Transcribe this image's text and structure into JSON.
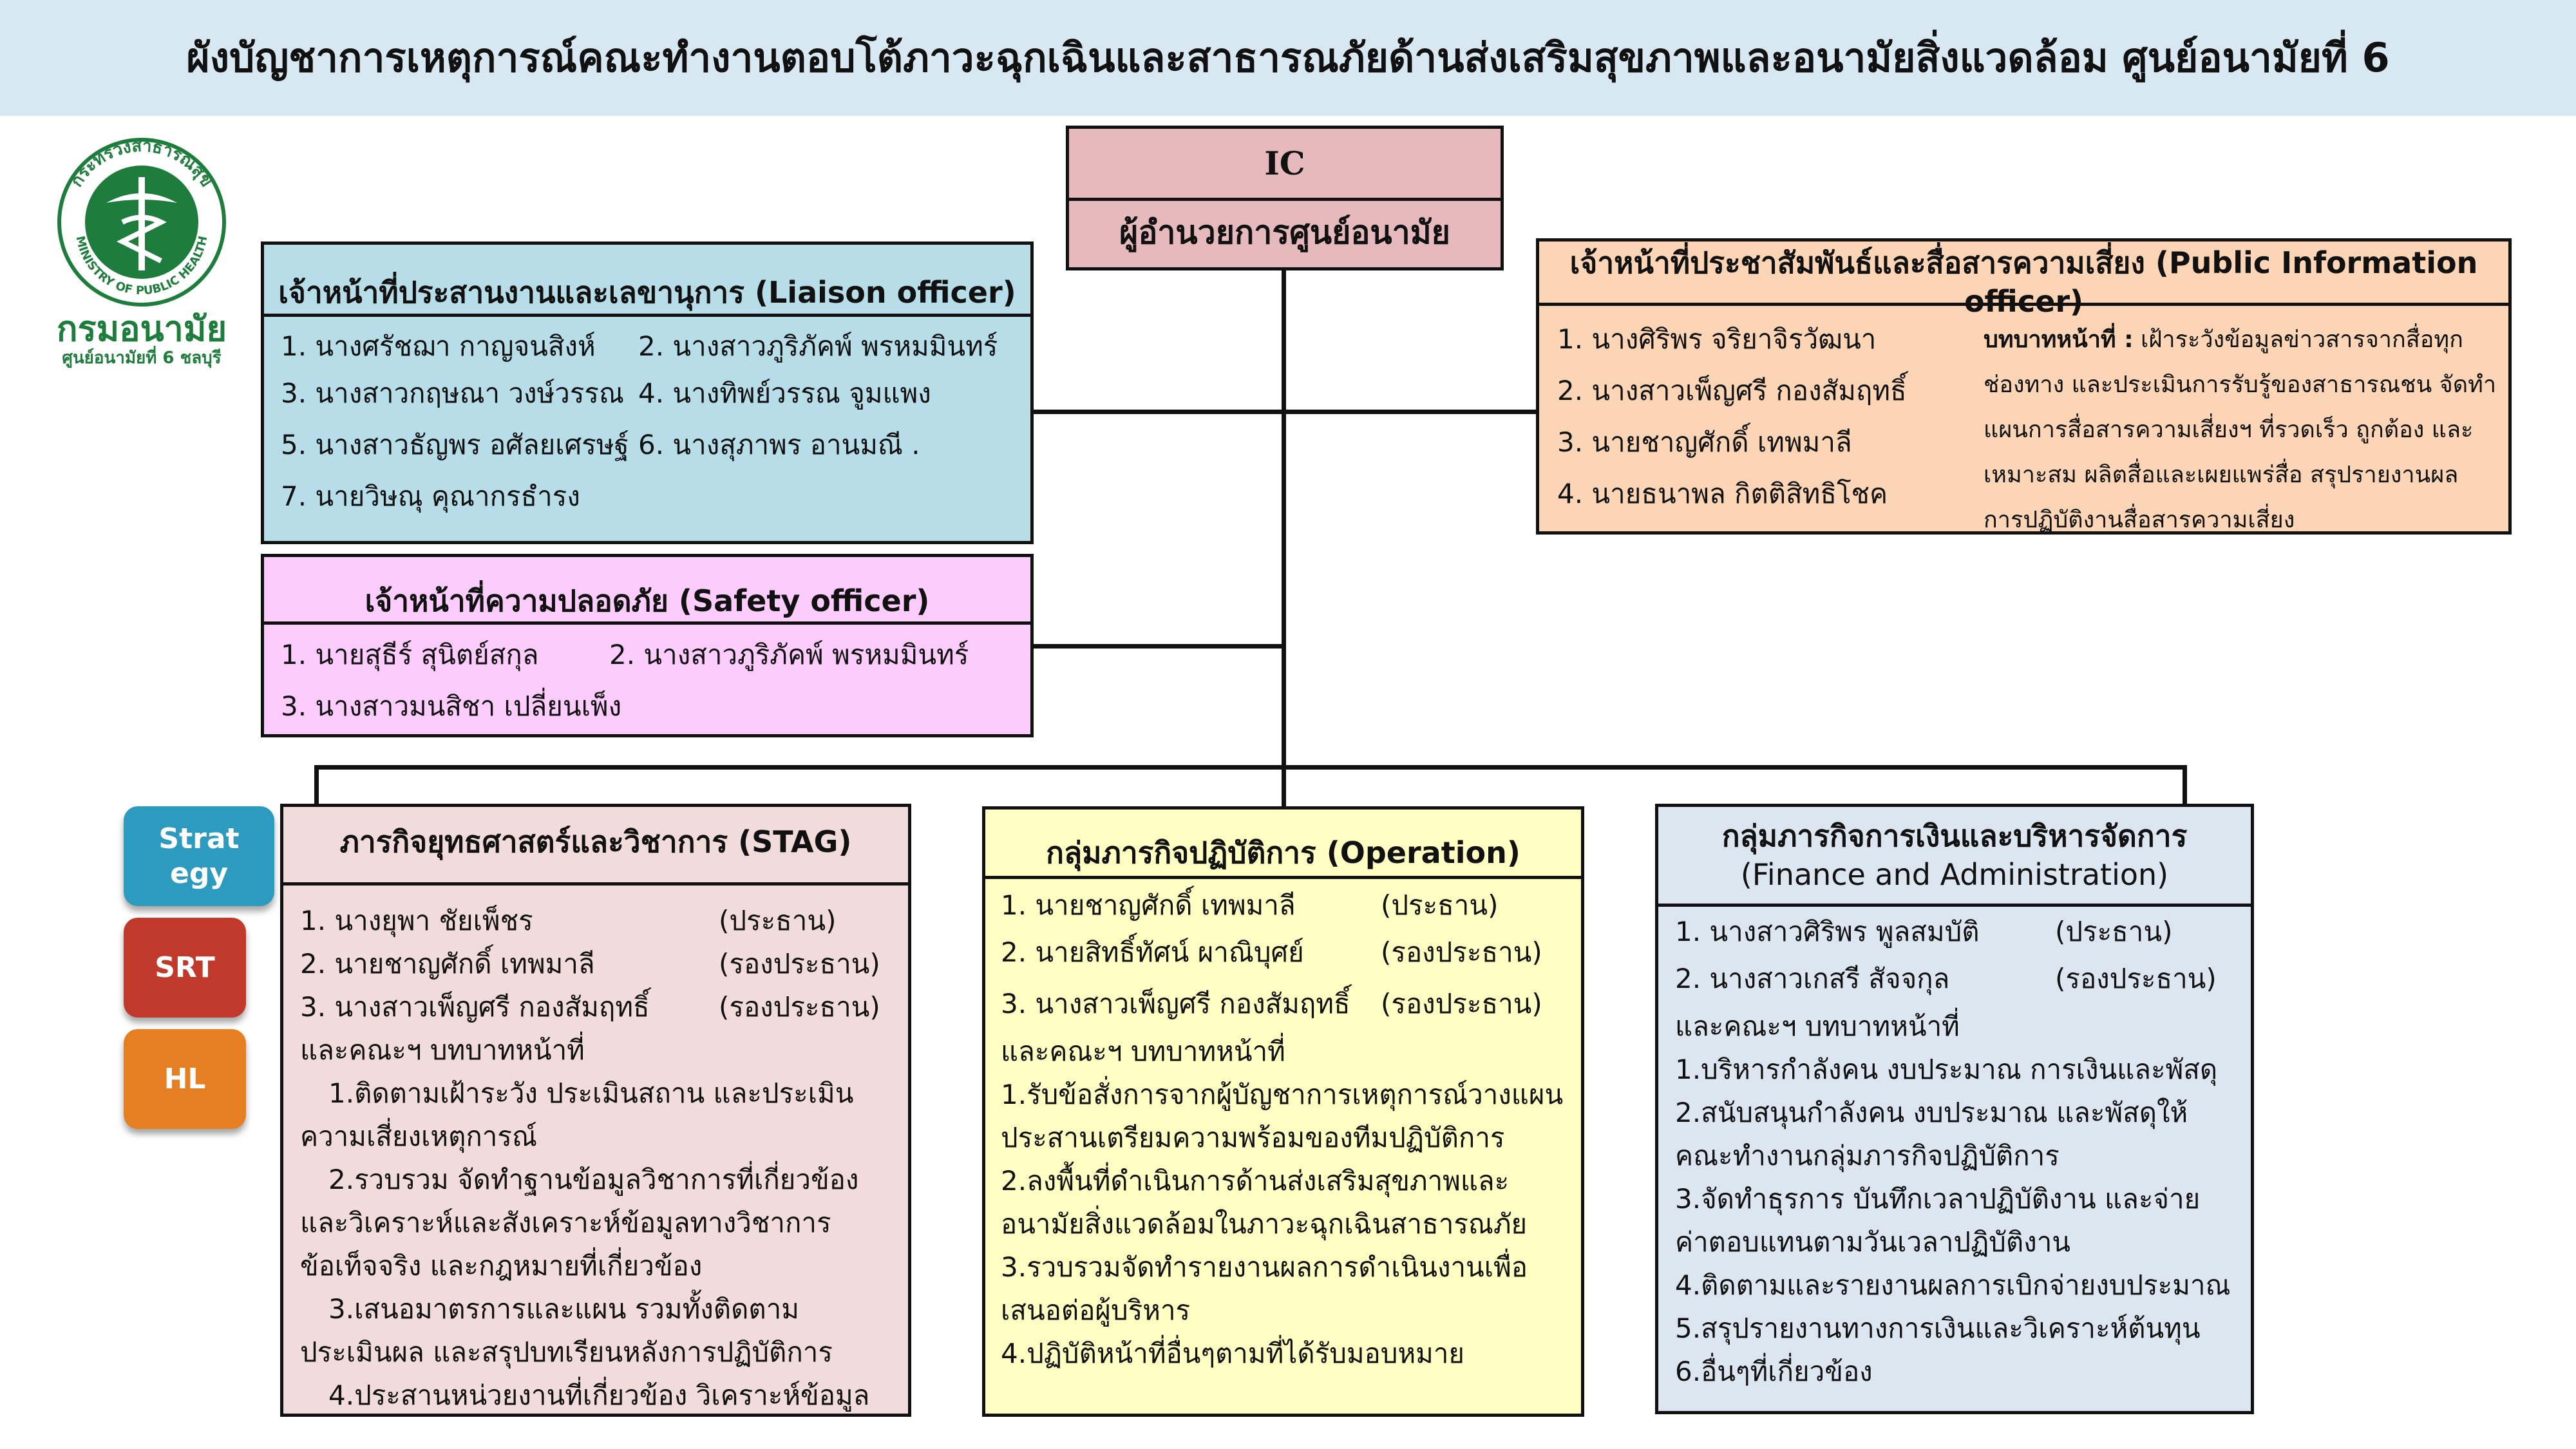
{
  "title": "ผังบัญชาการเหตุการณ์คณะทำงานตอบโต้ภาวะฉุกเฉินและสาธารณภัยด้านส่งเสริมสุขภาพและอนามัยสิ่งแวดล้อม ศูนย์อนามัยที่ 6",
  "logo": {
    "name": "กรมอนามัย",
    "sub": "ศูนย์อนามัยที่ 6 ชลบุรี",
    "ring_text": "กระทรวงสาธารณสุข MINISTRY OF PUBLIC HEALTH"
  },
  "ic": {
    "code": "IC",
    "title": "ผู้อำนวยการศูนย์อนามัย"
  },
  "liaison": {
    "title": "เจ้าหน้าที่ประสานงานและเลขานุการ (Liaison officer)",
    "rows": [
      [
        "1. นางศรัชฌา  กาญจนสิงห์",
        "2. นางสาวภูริภัคพ์  พรหมมินทร์"
      ],
      [
        "3. นางสาวกฤษณา  วงษ์วรรณ",
        "4. นางทิพย์วรรณ  จูมแพง"
      ],
      [
        "5. นางสาวธัญพร อศัลยเศรษฐ์",
        "6. นางสุภาพร  อานมณี ."
      ],
      [
        "7. นายวิษณุ  คุณากรธำรง",
        ""
      ]
    ]
  },
  "safety": {
    "title": "เจ้าหน้าที่ความปลอดภัย (Safety officer)",
    "rows": [
      [
        "1. นายสุธีร์  สุนิตย์สกุล",
        "2. นางสาวภูริภัคพ์  พรหมมินทร์"
      ],
      [
        "3. นางสาวมนสิชา  เปลี่ยนเพ็ง",
        ""
      ]
    ]
  },
  "pio": {
    "title": "เจ้าหน้าที่ประชาสัมพันธ์และสื่อสารความเสี่ยง (Public Information officer)",
    "members": [
      "1. นางศิริพร  จริยาจิรวัฒนา",
      "2. นางสาวเพ็ญศรี  กองสัมฤทธิ์",
      "3. นายชาญศักดิ์  เทพมาลี",
      "4. นายธนาพล   กิตติสิทธิโชค"
    ],
    "role_label": "บทบาทหน้าที่ :",
    "role_lines": [
      " เฝ้าระวังข้อมูลข่าวสารจากสื่อทุก",
      "ช่องทาง และประเมินการรับรู้ของสาธารณชน จัดทำ",
      "แผนการสื่อสารความเสี่ยงฯ ที่รวดเร็ว ถูกต้อง และ",
      "เหมาะสม ผลิตสื่อและเผยแพร่สื่อ สรุปรายงานผล",
      "การปฏิบัติงานสื่อสารความเสี่ยง"
    ]
  },
  "badges": [
    "Strat egy",
    "SRT",
    "HL"
  ],
  "stag": {
    "title": "ภารกิจยุทธศาสตร์และวิชาการ (STAG)",
    "members": [
      [
        "1. นางยุพา  ชัยเพ็ชร",
        "(ประธาน)"
      ],
      [
        "2. นายชาญศักดิ์   เทพมาลี",
        "(รองประธาน)"
      ],
      [
        "3. นางสาวเพ็ญศรี  กองสัมฤทธิ์",
        "(รองประธาน)"
      ]
    ],
    "role_intro": "และคณะฯ บทบาทหน้าที่",
    "duties": [
      [
        "1.ติดตามเฝ้าระวัง ประเมินสถาน และประเมิน",
        "ความเสี่ยงเหตุการณ์"
      ],
      [
        "2.รวบรวม จัดทำฐานข้อมูลวิชาการที่เกี่ยวข้อง",
        "และวิเคราะห์และสังเคราะห์ข้อมูลทางวิชาการ",
        "ข้อเท็จจริง และกฎหมายที่เกี่ยวข้อง"
      ],
      [
        "3.เสนอมาตรการและแผน รวมทั้งติดตาม",
        "ประเมินผล และสรุปบทเรียนหลังการปฏิบัติการ"
      ],
      [
        "4.ประสานหน่วยงานที่เกี่ยวข้อง วิเคราะห์ข้อมูล"
      ]
    ]
  },
  "operation": {
    "title": "กลุ่มภารกิจปฏิบัติการ (Operation)",
    "members": [
      [
        "1. นายชาญศักดิ์    เทพมาลี",
        "(ประธาน)"
      ],
      [
        "2. นายสิทธิ์ทัศน์   ผาณิบุศย์",
        "(รองประธาน)"
      ],
      [
        "3. นางสาวเพ็ญศรี  กองสัมฤทธิ์",
        "(รองประธาน)"
      ]
    ],
    "role_intro": "และคณะฯ บทบาทหน้าที่",
    "duties": [
      "1.รับข้อสั่งการจากผู้บัญชาการเหตุการณ์วางแผน",
      "ประสานเตรียมความพร้อมของทีมปฏิบัติการ",
      "2.ลงพื้นที่ดำเนินการด้านส่งเสริมสุขภาพและ",
      "อนามัยสิ่งแวดล้อมในภาวะฉุกเฉินสาธารณภัย",
      "3.รวบรวมจัดทำรายงานผลการดำเนินงานเพื่อ",
      "เสนอต่อผู้บริหาร",
      "4.ปฏิบัติหน้าที่อื่นๆตามที่ได้รับมอบหมาย"
    ]
  },
  "finance": {
    "title_line1": "กลุ่มภารกิจการเงินและบริหารจัดการ",
    "title_line2": "(Finance and Administration)",
    "members": [
      [
        "1. นางสาวศิริพร  พูลสมบัติ",
        "(ประธาน)"
      ],
      [
        "2. นางสาวเกสรี  สัจจกุล",
        "(รองประธาน)"
      ]
    ],
    "role_intro": "และคณะฯ บทบาทหน้าที่",
    "duties": [
      "1.บริหารกำลังคน งบประมาณ การเงินและพัสดุ",
      "2.สนับสนุนกำลังคน งบประมาณ และพัสดุให้",
      "คณะทำงานกลุ่มภารกิจปฏิบัติการ",
      "3.จัดทำธุรการ บันทึกเวลาปฏิบัติงาน และจ่าย",
      "ค่าตอบแทนตามวันเวลาปฏิบัติงาน",
      "4.ติดตามและรายงานผลการเบิกจ่ายงบประมาณ",
      "5.สรุปรายงานทางการเงินและวิเคราะห์ต้นทุน",
      "6.อื่นๆที่เกี่ยวข้อง"
    ]
  },
  "colors": {
    "banner": "#d7e8f2",
    "ic": "#e6b9bc",
    "liaison": "#b7dde8",
    "safety": "#fccdfc",
    "pio": "#fbd5b5",
    "stag": "#f2dcdb",
    "operation": "#ffffc3",
    "finance": "#dce6f1",
    "strategy": "#2c9bbf",
    "srt": "#c0392b",
    "hl": "#e67e22",
    "logo_green": "#1e7d3c"
  }
}
